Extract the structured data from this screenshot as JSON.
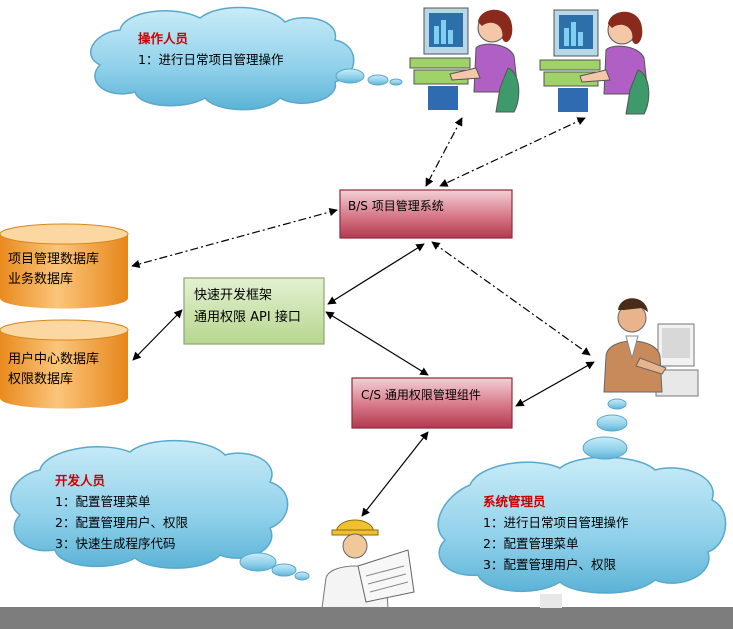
{
  "operators": {
    "title": "操作人员",
    "items": [
      "1：进行日常项目管理操作"
    ]
  },
  "developers": {
    "title": "开发人员",
    "items": [
      "1：配置管理菜单",
      "2：配置管理用户、权限",
      "3：快速生成程序代码"
    ]
  },
  "sysadmin": {
    "title": "系统管理员",
    "items": [
      "1：进行日常项目管理操作",
      "2：配置管理菜单",
      "3：配置管理用户、权限"
    ]
  },
  "bs_system": {
    "label": "B/S 项目管理系统"
  },
  "cs_component": {
    "label": "C/S 通用权限管理组件"
  },
  "framework": {
    "line1": "快速开发框架",
    "line2": "通用权限 API 接口"
  },
  "db_project": {
    "line1": "项目管理数据库",
    "line2": "业务数据库"
  },
  "db_user": {
    "line1": "用户中心数据库",
    "line2": "权限数据库"
  },
  "colors": {
    "cloud": "#8fd0ea",
    "cloud_edge": "#3b8fb5",
    "red_box": "#c9586a",
    "green_box": "#c6e0a4",
    "db_orange": "#f0a040",
    "title_red": "#cc0000"
  }
}
